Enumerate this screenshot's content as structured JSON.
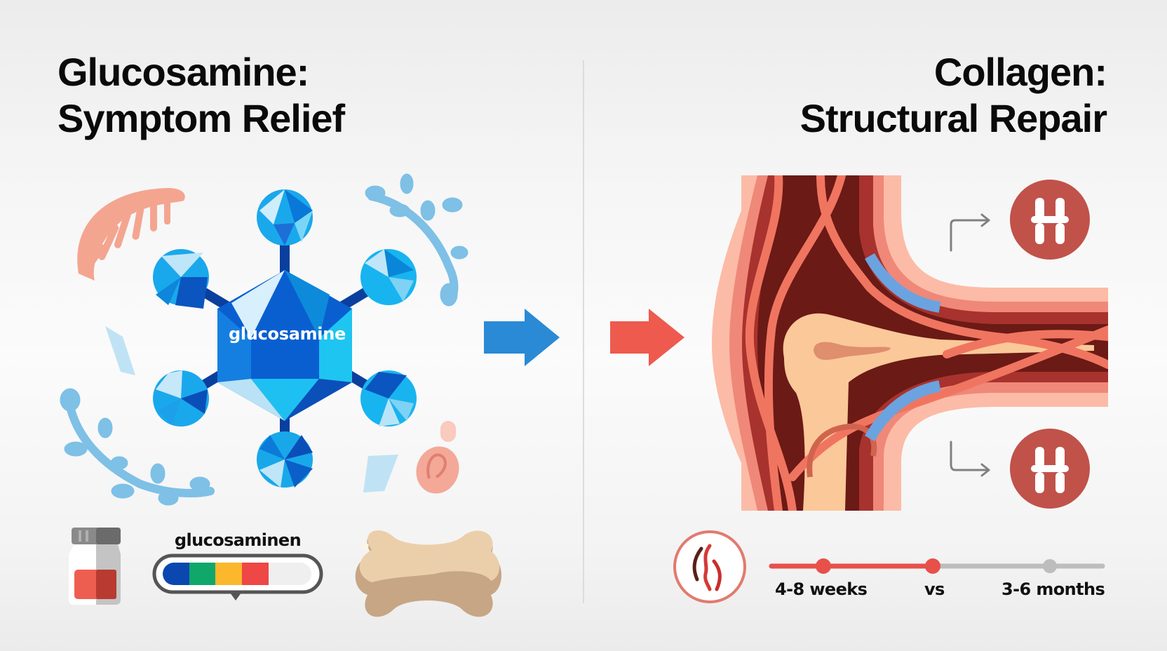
{
  "left_panel": {
    "title_line1": "Glucosamine:",
    "title_line2": "Symptom Relief",
    "molecule_label": "glucosamine",
    "gauge_label": "glucosaminen",
    "gauge_segments": [
      "#0a48b0",
      "#0fa86a",
      "#fbb82c",
      "#ef4646"
    ],
    "accent_color": "#1e7fd6",
    "arrow_color": "#2a8ad6"
  },
  "right_panel": {
    "title_line1": "Collagen:",
    "title_line2": "Structural Repair",
    "accent_color": "#c0524a",
    "arrow_color": "#ee5a4e"
  },
  "timeline": {
    "start_label": "4-8 weeks",
    "middle_label": "vs",
    "end_label": "3-6 months",
    "active_color": "#e8504a",
    "inactive_color": "#bdbdbd"
  },
  "icons": {
    "molecule": "glucosamine-molecule-icon",
    "supplement_bottle": "supplement-bottle-icon",
    "bone": "bone-icon",
    "joint_cross_section": "joint-cross-section-icon",
    "joint_badge": "joint-badge-icon",
    "pain_waves": "pain-waves-icon"
  }
}
